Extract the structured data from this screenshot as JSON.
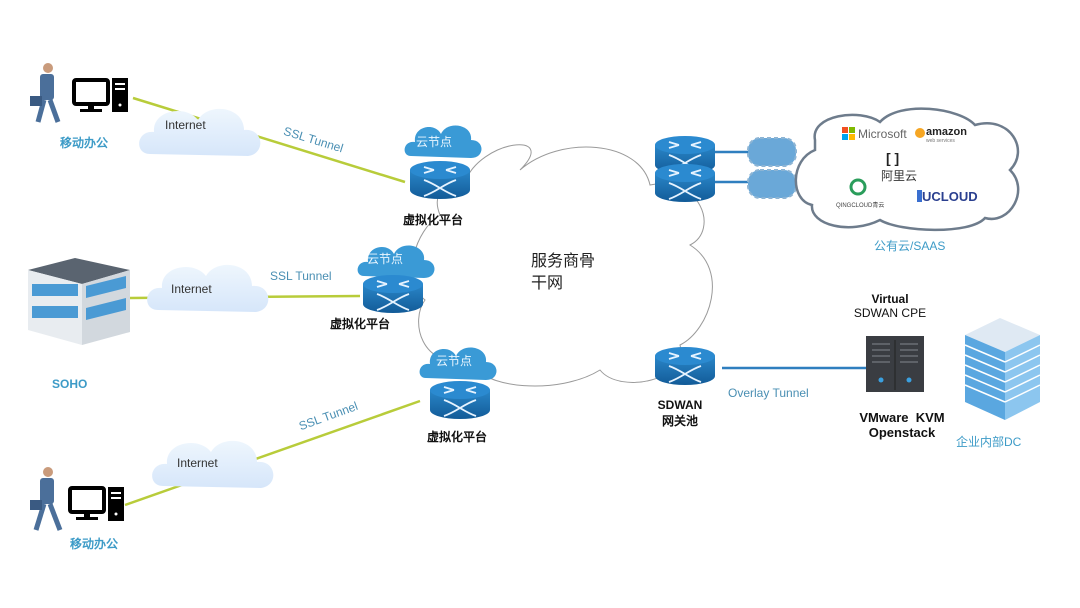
{
  "diagram": {
    "core_network": {
      "label_line1": "服务商骨",
      "label_line2": "干网"
    },
    "cloud_node_label": "云节点",
    "left_sites": [
      {
        "name": "移动办公",
        "type": "mobile-office",
        "internet_label": "Internet",
        "tunnel_label": "SSL Tunnel",
        "platform_label": "虚拟化平台"
      },
      {
        "name": "SOHO",
        "type": "soho",
        "internet_label": "Internet",
        "tunnel_label": "SSL Tunnel",
        "platform_label": "虚拟化平台"
      },
      {
        "name": "移动办公",
        "type": "mobile-office",
        "internet_label": "Internet",
        "tunnel_label": "SSL Tunnel",
        "platform_label": "虚拟化平台"
      }
    ],
    "public_cloud": {
      "label": "公有云/SAAS",
      "providers": [
        "Microsoft",
        "amazon",
        "阿里云",
        "QINGCLOUD青云",
        "UCLOUD"
      ],
      "amazon_sub": "web services"
    },
    "gateway": {
      "label_line1": "SDWAN",
      "label_line2": "网关池"
    },
    "overlay_label": "Overlay Tunnel",
    "cpe": {
      "title_line1": "Virtual",
      "title_line2": "SDWAN CPE",
      "platform_line1": "VMware  KVM",
      "platform_line2": "Openstack"
    },
    "datacenter_label": "企业内部DC",
    "colors": {
      "tunnel_line": "#b8cc3a",
      "router": "#1a6fb0",
      "cloud_node": "#3a9ad6",
      "label_blue": "#3d9bc7",
      "overlay_line": "#2f7fbf"
    }
  }
}
